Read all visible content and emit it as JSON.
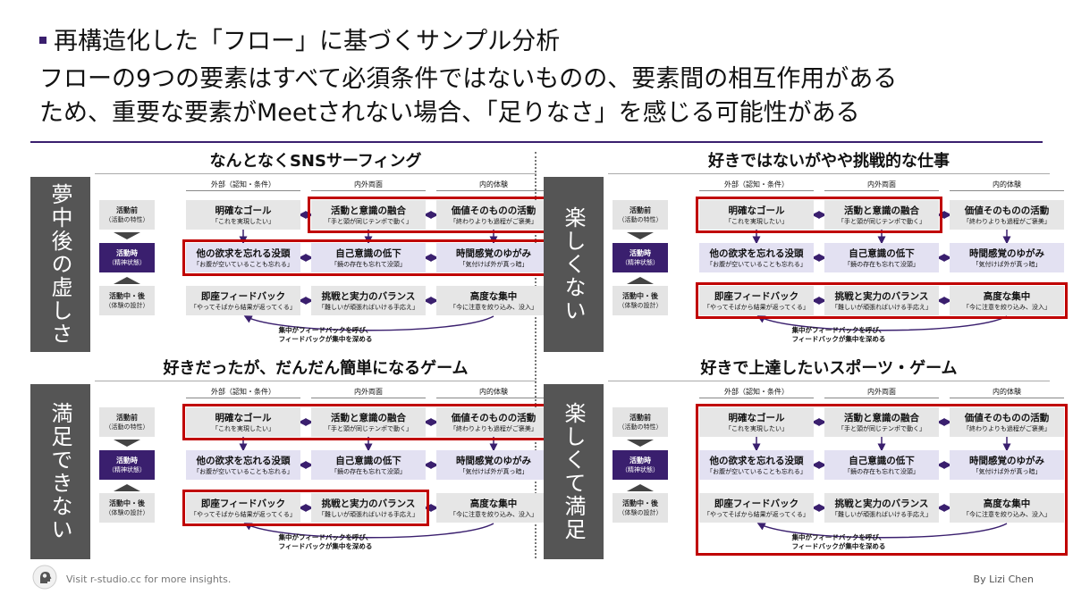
{
  "header": {
    "title": "再構造化した「フロー」に基づくサンプル分析",
    "subtitle_line1": "フローの9つの要素はすべて必須条件ではないものの、要素間の相互作用がある",
    "subtitle_line2": "ため、重要な要素がMeetされない場合、「足りなさ」を感じる可能性がある"
  },
  "columns": [
    "外部（認知・条件）",
    "内外両面",
    "内的体験"
  ],
  "rows": [
    {
      "main": "活動前",
      "sub": "（活動の特性）"
    },
    {
      "main": "活動時",
      "sub": "（精神状態）"
    },
    {
      "main": "活動中・後",
      "sub": "（体験の設計）"
    }
  ],
  "elements": [
    [
      {
        "main": "明確なゴール",
        "sub": "「これを実現したい」"
      },
      {
        "main": "活動と意識の融合",
        "sub": "「手と頭が同じテンポで動く」"
      },
      {
        "main": "価値そのものの活動",
        "sub": "「終わりよりも過程がご褒美」"
      }
    ],
    [
      {
        "main": "他の欲求を忘れる没頭",
        "sub": "「お腹が空いていることも忘れる」"
      },
      {
        "main": "自己意識の低下",
        "sub": "「鏡の存在も忘れて没頭」"
      },
      {
        "main": "時間感覚のゆがみ",
        "sub": "「気付けば外が真っ暗」"
      }
    ],
    [
      {
        "main": "即座フィードバック",
        "sub": "「やってそばから結果が返ってくる」"
      },
      {
        "main": "挑戦と実力のバランス",
        "sub": "「難しいが頑張ればいける手応え」"
      },
      {
        "main": "高度な集中",
        "sub": "「今に注意を絞り込み、没入」"
      }
    ]
  ],
  "loop_note": {
    "line1": "集中がフィードバックを呼び、",
    "line2": "フィードバックが集中を深める"
  },
  "quadrants": [
    {
      "title": "なんとなくSNSサーフィング",
      "label": "夢中後の虚しさ"
    },
    {
      "title": "好きではないがやや挑戦的な仕事",
      "label": "楽しくない"
    },
    {
      "title": "好きだったが、だんだん簡単になるゲーム",
      "label": "満足できない"
    },
    {
      "title": "好きで上達したいスポーツ・ゲーム",
      "label": "楽しくて満足"
    }
  ],
  "footer": {
    "left": "Visit r-studio.cc for more insights.",
    "right": "By Lizi Chen"
  },
  "colors": {
    "accent": "#3a1f6e",
    "highlight": "#c00000",
    "label_bg": "#555555"
  },
  "icons": [
    "brain-head-icon"
  ]
}
